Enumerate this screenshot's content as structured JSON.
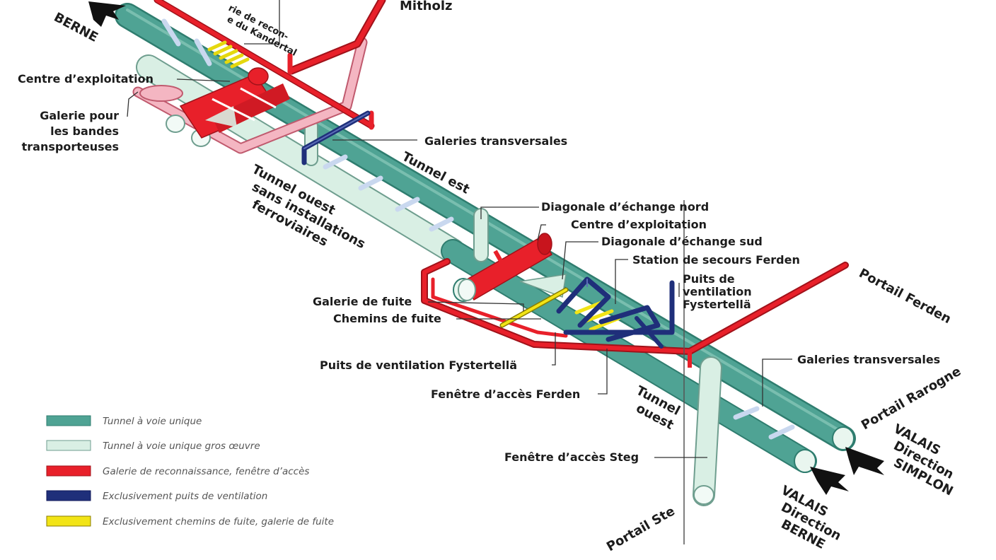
{
  "colors": {
    "tunnel": "#4fa394",
    "tunnel_dark": "#2f7d6f",
    "tunnel_shell": "#d9efe4",
    "recon": "#e8202a",
    "recon_light": "#f4b6c2",
    "ventilation": "#1f2f7a",
    "escape": "#f2e416",
    "legend_text": "#555555",
    "label_text": "#1c1c1c"
  },
  "labels": {
    "berne": "BERNE",
    "mitholz": "Mitholz",
    "kandertal_1": "rie de recon-",
    "kandertal_2": "e du Kandertal",
    "centre_exploitation": "Centre d’exploitation",
    "galerie_bandes_1": "Galerie pour",
    "galerie_bandes_2": "les bandes",
    "galerie_bandes_3": "transporteuses",
    "galeries_transversales_1": "Galeries transversales",
    "tunnel_est": "Tunnel est",
    "tunnel_ouest_sans_1": "Tunnel ouest",
    "tunnel_ouest_sans_2": "sans installations",
    "tunnel_ouest_sans_3": "ferroviaires",
    "diagonale_nord": "Diagonale d’échange nord",
    "centre_exploitation_2": "Centre d’exploitation",
    "diagonale_sud": "Diagonale d’échange sud",
    "station_secours": "Station de secours Ferden",
    "puits_fystertella_1": "Puits de",
    "puits_fystertella_2": "ventilation",
    "puits_fystertella_3": "Fystertellä",
    "galerie_fuite": "Galerie de fuite",
    "chemins_fuite": "Chemins de fuite",
    "portail_ferden": "Portail Ferden",
    "puits_ventilation_fystertella": "Puits de ventilation Fystertellä",
    "galeries_transversales_2": "Galeries transversales",
    "fenetre_ferden": "Fenêtre d’accès Ferden",
    "tunnel_ouest_1": "Tunnel",
    "tunnel_ouest_2": "ouest",
    "portail_rarogne": "Portail Rarogne",
    "valais_simplon_1": "VALAIS",
    "valais_simplon_2": "Direction",
    "valais_simplon_3": "SIMPLON",
    "fenetre_steg": "Fenêtre d’accès Steg",
    "valais_berne_1": "VALAIS",
    "valais_berne_2": "Direction",
    "valais_berne_3": "BERNE",
    "portail_steg": "Portail Ste"
  },
  "legend": [
    {
      "label": "Tunnel à voie unique",
      "color": "#4fa394"
    },
    {
      "label": "Tunnel à voie unique gros œuvre",
      "color": "#d9efe4"
    },
    {
      "label": "Galerie de reconnaissance, fenêtre d’accès",
      "color": "#e8202a"
    },
    {
      "label": "Exclusivement puits de ventilation",
      "color": "#1f2f7a"
    },
    {
      "label": "Exclusivement chemins de fuite, galerie de fuite",
      "color": "#f2e416"
    }
  ]
}
